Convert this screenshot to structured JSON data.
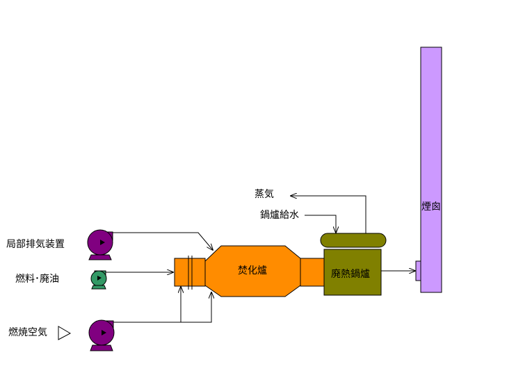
{
  "labels": {
    "local_exhaust": "局部排気装置",
    "fuel_waste_oil": "燃料･廃油",
    "combustion_air": "燃焼空気",
    "steam": "蒸気",
    "boiler_feedwater": "鍋爐給水",
    "incinerator": "焚化爐",
    "waste_heat_boiler": "廃熱鍋爐",
    "chimney": "煙囪"
  },
  "colors": {
    "incinerator": "#ff8c00",
    "boiler": "#808000",
    "chimney": "#cc99ff",
    "blower": "#800080",
    "pump": "#339966",
    "line": "#000000"
  }
}
